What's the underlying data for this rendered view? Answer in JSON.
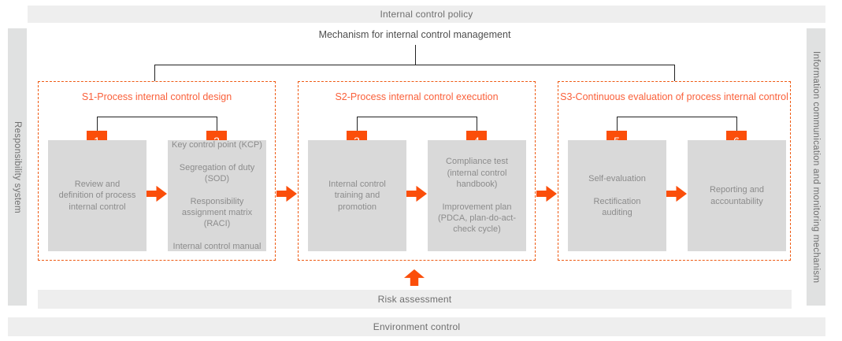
{
  "top_bar": {
    "label": "Internal control policy"
  },
  "mechanism_label": "Mechanism for internal control management",
  "sidebars": {
    "left": {
      "label": "Responsibility system"
    },
    "right": {
      "label": "Information communication and monitoring mechanism"
    }
  },
  "sections": [
    {
      "id": "S1",
      "title": "S1-Process internal control design",
      "steps": [
        {
          "number": "1",
          "text": "Review and\ndefinition of process\ninternal control"
        },
        {
          "number": "2",
          "text": "Key control point (KCP)\n\nSegregation of duty\n(SOD)\n\nResponsibility\nassignment matrix\n(RACI)\n\nInternal control manual"
        }
      ]
    },
    {
      "id": "S2",
      "title": "S2-Process internal control execution",
      "steps": [
        {
          "number": "3",
          "text": "Internal control\ntraining and\npromotion"
        },
        {
          "number": "4",
          "text": "Compliance test\n(internal control\nhandbook)\n\nImprovement plan\n(PDCA, plan-do-act-\ncheck cycle)"
        }
      ]
    },
    {
      "id": "S3",
      "title": "S3-Continuous evaluation of process internal control",
      "steps": [
        {
          "number": "5",
          "text": "Self-evaluation\n\nRectification\nauditing"
        },
        {
          "number": "6",
          "text": "Reporting and\naccountability"
        }
      ]
    }
  ],
  "bottom_bars": {
    "risk": "Risk assessment",
    "environment": "Environment control"
  },
  "colors": {
    "accent_orange": "#fb4e0a",
    "section_border_orange": "#ee5a13",
    "section_title_orange": "#fa603a",
    "bar_gray": "#eeeeee",
    "sidebar_gray": "#e0e1e1",
    "box_gray": "#d9d9d9",
    "bar_text_gray": "#6e6e6e",
    "box_text_gray": "#8c8c8c",
    "connector_black": "#222222"
  }
}
